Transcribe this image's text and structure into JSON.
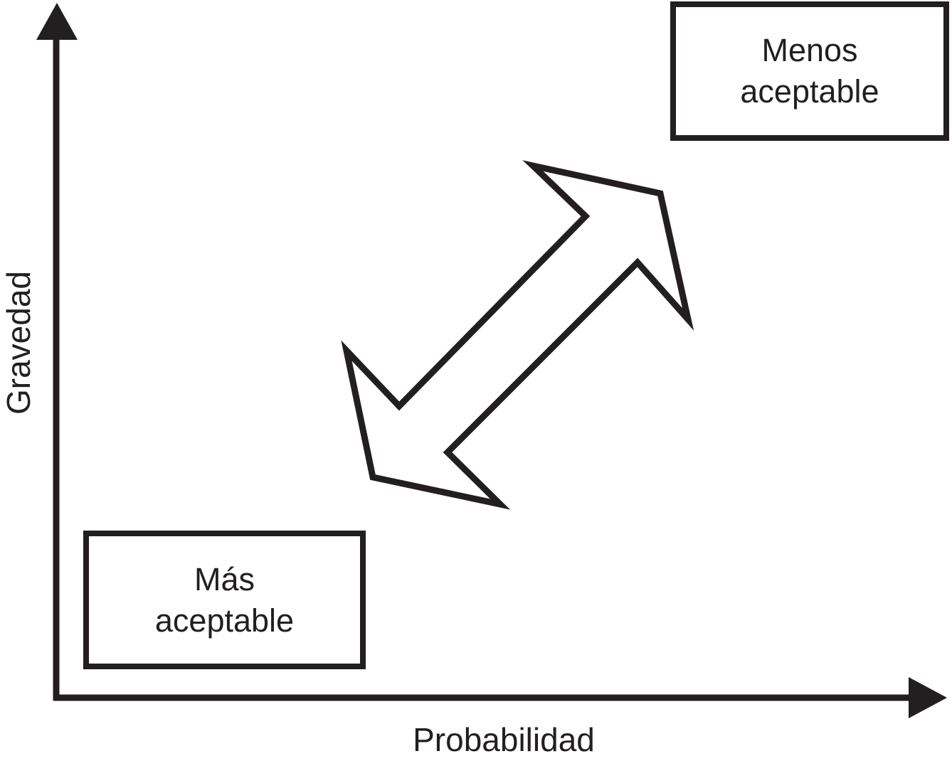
{
  "figure": {
    "colors": {
      "ink": "#231f20",
      "background": "#ffffff"
    },
    "axes": {
      "y_label": "Gravedad",
      "x_label": "Probabilidad"
    },
    "annotations": {
      "top_right_box": {
        "lines": [
          "Menos",
          "aceptable"
        ]
      },
      "bottom_left_box": {
        "lines": [
          "Más",
          "aceptable"
        ]
      }
    },
    "icons": {
      "double_arrow": "bidirectional-diagonal-arrow-icon",
      "y_arrowhead": "up-arrowhead-icon",
      "x_arrowhead": "right-arrowhead-icon"
    }
  }
}
